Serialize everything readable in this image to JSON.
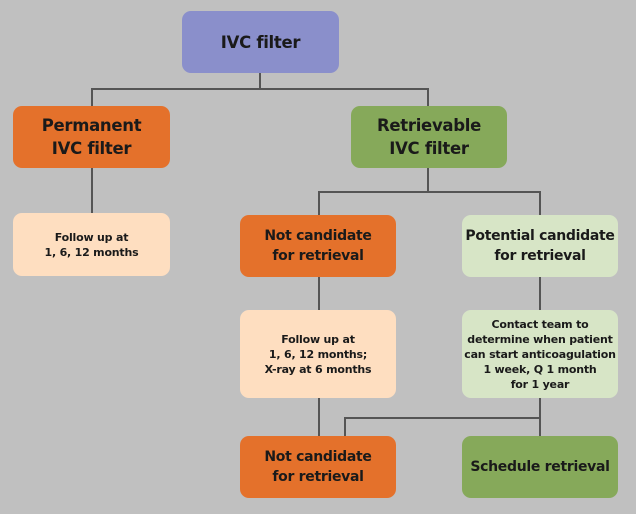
{
  "diagram": {
    "type": "flowchart",
    "colors": {
      "background": "#c0c0c0",
      "connector": "#555555",
      "root": "#8a8fcb",
      "orange": "#e4712b",
      "peach": "#fedec0",
      "green": "#86a95a",
      "light_green": "#d7e5c6"
    },
    "nodes": {
      "root": {
        "label": "IVC filter"
      },
      "permanent": {
        "label": "Permanent\nIVC filter"
      },
      "retrievable": {
        "label": "Retrievable\nIVC filter"
      },
      "permanent_followup": {
        "label": "Follow up at\n1, 6, 12 months"
      },
      "not_candidate_1": {
        "label": "Not candidate\nfor retrieval"
      },
      "potential_candidate": {
        "label": "Potential candidate\nfor retrieval"
      },
      "followup_xray": {
        "label": "Follow up at\n1, 6, 12 months;\nX-ray at 6 months"
      },
      "contact_team": {
        "label": "Contact team to\ndetermine when patient\ncan start anticoagulation\n1 week, Q 1 month\nfor 1 year"
      },
      "not_candidate_2": {
        "label": "Not candidate\nfor retrieval"
      },
      "schedule_retrieval": {
        "label": "Schedule retrieval"
      }
    },
    "edges": [
      {
        "from": "root",
        "to": "permanent"
      },
      {
        "from": "root",
        "to": "retrievable"
      },
      {
        "from": "permanent",
        "to": "permanent_followup"
      },
      {
        "from": "retrievable",
        "to": "not_candidate_1"
      },
      {
        "from": "retrievable",
        "to": "potential_candidate"
      },
      {
        "from": "not_candidate_1",
        "to": "followup_xray"
      },
      {
        "from": "potential_candidate",
        "to": "contact_team"
      },
      {
        "from": "followup_xray",
        "to": "not_candidate_2"
      },
      {
        "from": "contact_team",
        "to": "not_candidate_2"
      },
      {
        "from": "contact_team",
        "to": "schedule_retrieval"
      }
    ]
  }
}
